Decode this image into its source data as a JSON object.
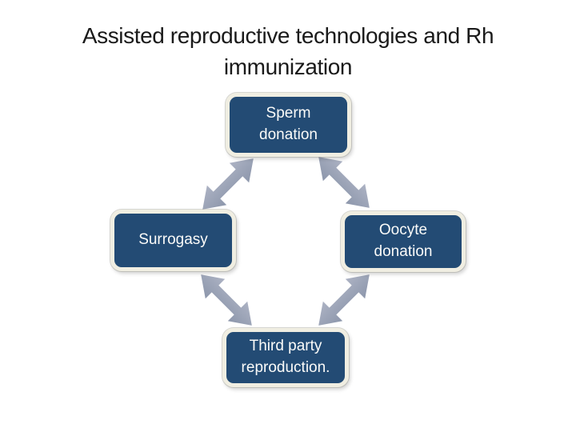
{
  "slide": {
    "title": "Assisted reproductive technologies and Rh immunization"
  },
  "diagram": {
    "type": "cycle",
    "nodes": [
      {
        "id": "sperm-donation",
        "label": "Sperm donation",
        "position": "top"
      },
      {
        "id": "surrogasy",
        "label": "Surrogasy",
        "position": "left"
      },
      {
        "id": "oocyte-donation",
        "label": "Oocyte donation",
        "position": "right"
      },
      {
        "id": "third-party-reproduction",
        "label": "Third party reproduction.",
        "position": "bottom"
      }
    ],
    "connectors": [
      {
        "between": [
          "sperm-donation",
          "surrogasy"
        ],
        "style": "double-arrow"
      },
      {
        "between": [
          "sperm-donation",
          "oocyte-donation"
        ],
        "style": "double-arrow"
      },
      {
        "between": [
          "surrogasy",
          "third-party-reproduction"
        ],
        "style": "double-arrow"
      },
      {
        "between": [
          "oocyte-donation",
          "third-party-reproduction"
        ],
        "style": "double-arrow"
      }
    ]
  },
  "colors": {
    "background": "#ffffff",
    "title_text": "#1a1a1a",
    "node_fill": "#234b74",
    "node_border": "#f0eee2",
    "node_text": "#fbfbf9",
    "arrow_light": "#adb3c4",
    "arrow_dark": "#8c96ab"
  }
}
